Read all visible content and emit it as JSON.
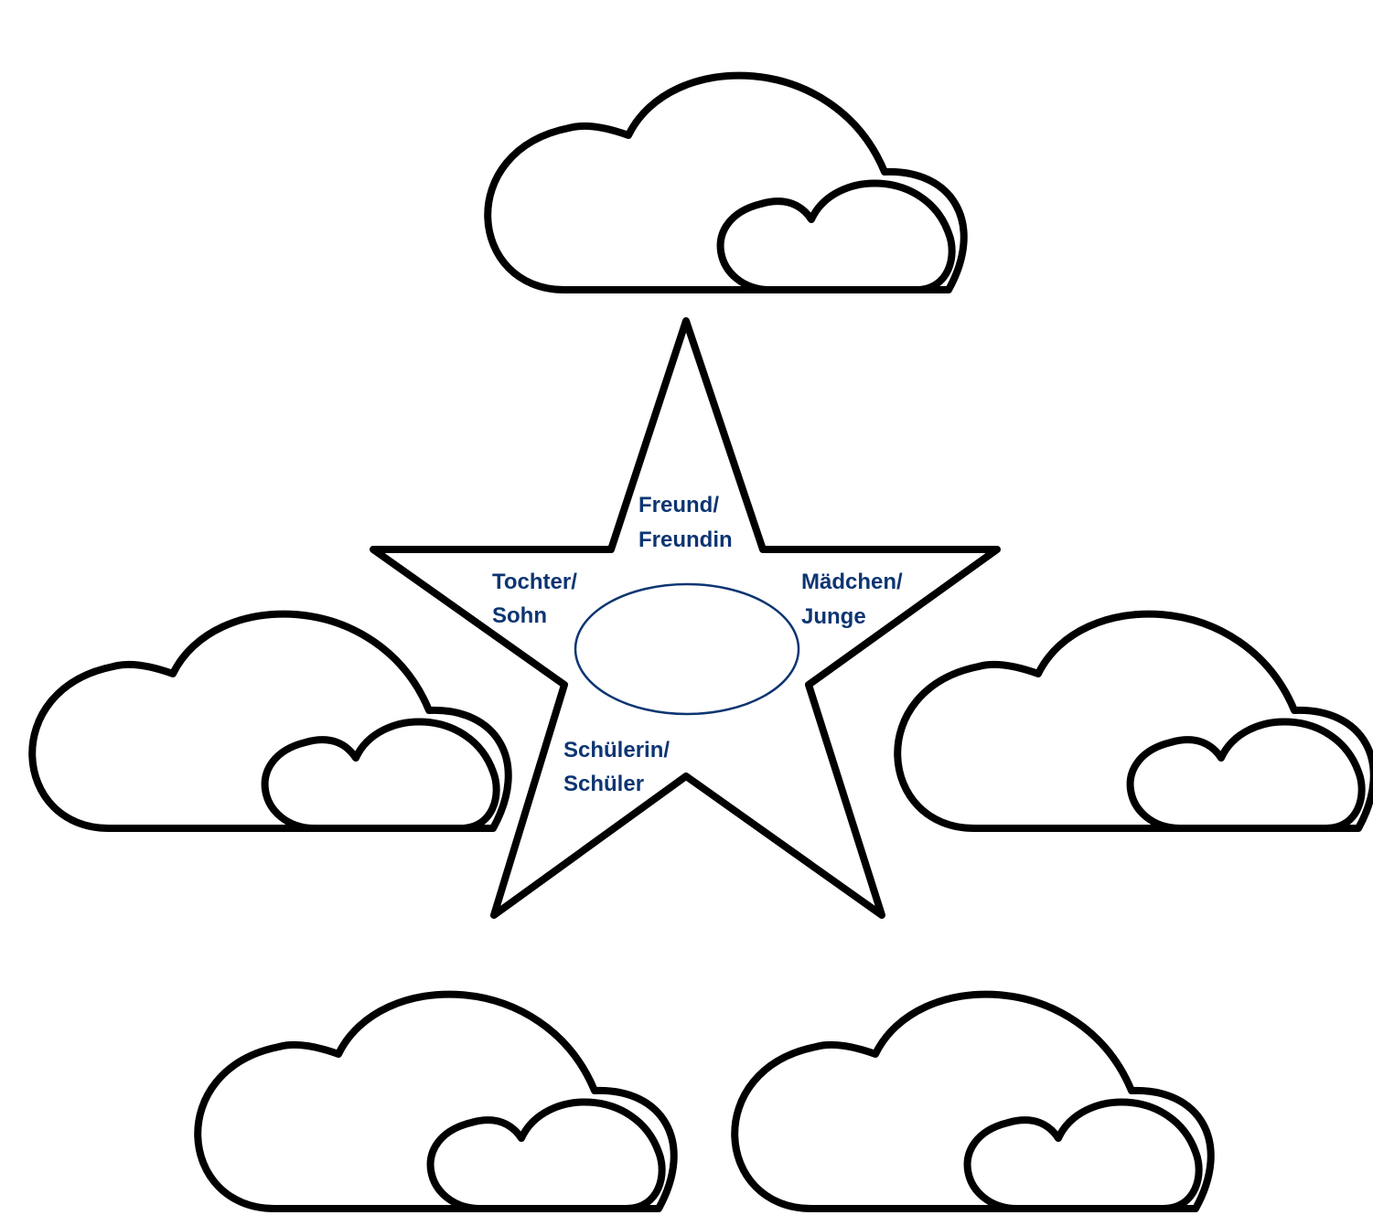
{
  "colors": {
    "outline": "#000000",
    "label_text": "#0d3572",
    "center_ellipse": "#0d3572",
    "background": "#ffffff"
  },
  "star": {
    "points": [
      {
        "id": "top",
        "line1": "Freund/",
        "line2": "Freundin"
      },
      {
        "id": "left",
        "line1": "Tochter/",
        "line2": "Sohn"
      },
      {
        "id": "right",
        "line1": "Mädchen/",
        "line2": "Junge"
      },
      {
        "id": "bottom",
        "line1": "Schülerin/",
        "line2": "Schüler"
      }
    ],
    "center": {
      "text": ""
    }
  },
  "clouds": [
    {
      "id": "cloud-top",
      "text": ""
    },
    {
      "id": "cloud-left",
      "text": ""
    },
    {
      "id": "cloud-right",
      "text": ""
    },
    {
      "id": "cloud-bottom-left",
      "text": ""
    },
    {
      "id": "cloud-bottom-right",
      "text": ""
    }
  ]
}
